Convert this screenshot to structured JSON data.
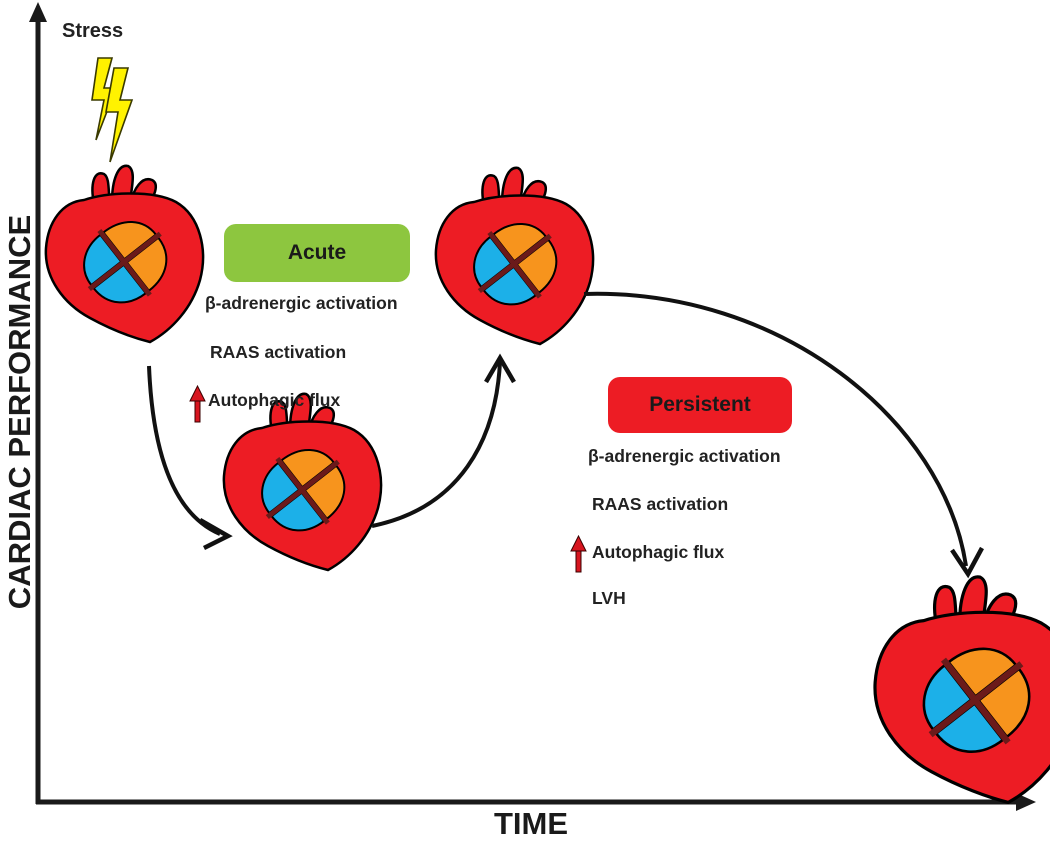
{
  "axes": {
    "y_label": "CARDIAC PERFORMANCE",
    "x_label": "TIME"
  },
  "stress_label": "Stress",
  "acute": {
    "title": "Acute",
    "color": "#8dc63f",
    "factors": [
      "β-adrenergic activation",
      "RAAS activation",
      "Autophagic flux"
    ]
  },
  "persistent": {
    "title": "Persistent",
    "color": "#ed1c24",
    "factors": [
      "β-adrenergic activation",
      "RAAS activation",
      "Autophagic flux",
      "LVH"
    ]
  },
  "colors": {
    "heart_red": "#ed1c24",
    "orange_chamber": "#f7941d",
    "blue_chamber": "#1cb0e8",
    "septum": "#6b1a1a",
    "lightning": "#fff200",
    "increase_arrow": "#d7151f",
    "axis": "#1a1a1a"
  },
  "icons": {
    "stress": "lightning-bolt",
    "increase": "up-arrow",
    "heart": "heart"
  }
}
